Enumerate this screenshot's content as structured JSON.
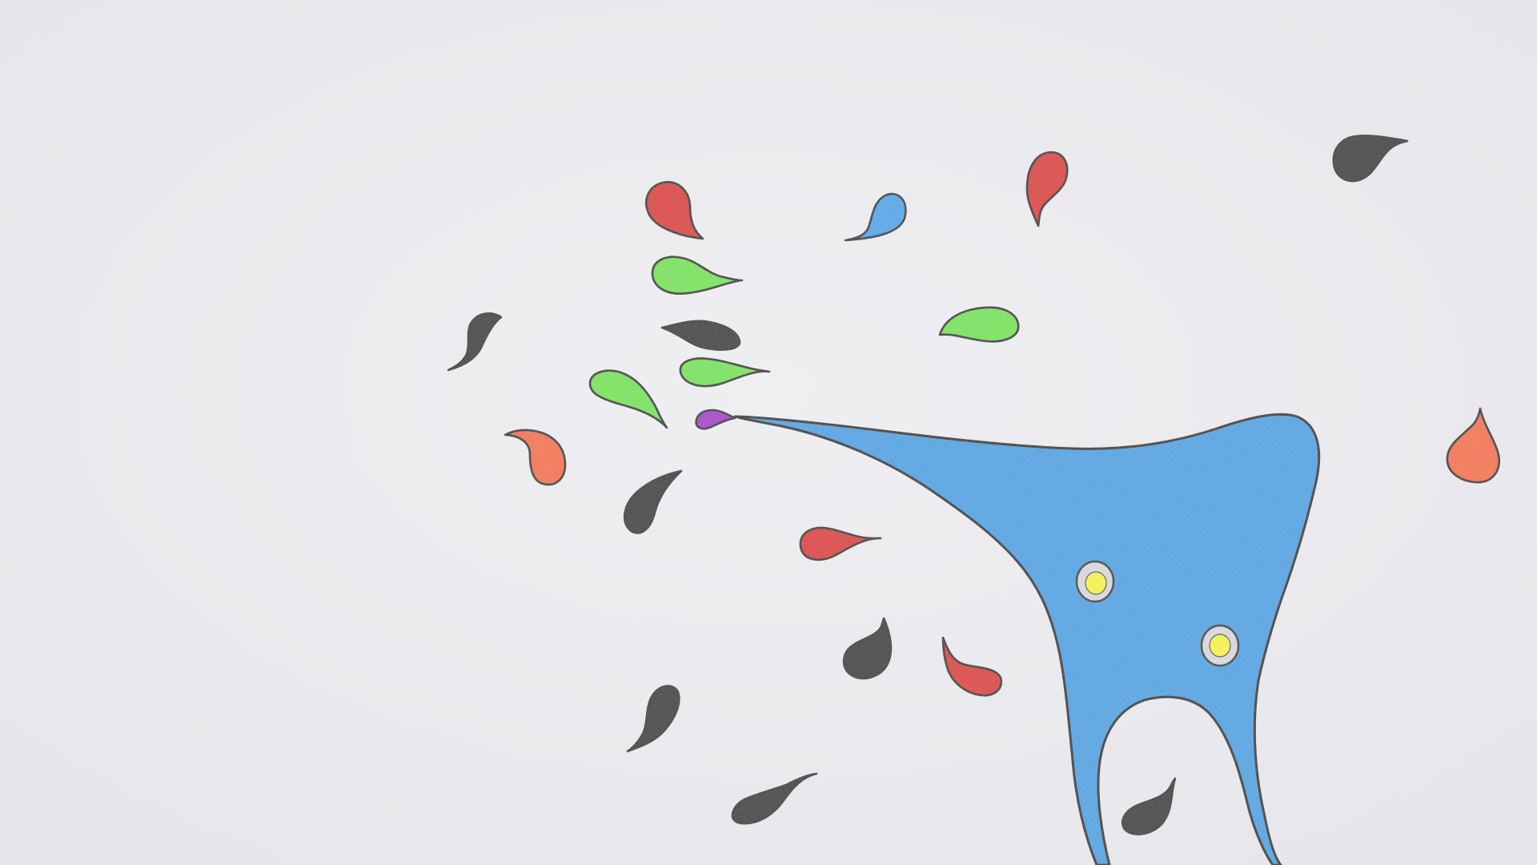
{
  "scene": {
    "description_visible_text": "",
    "colors": {
      "paper": "#ecebee",
      "red": "#d8201e",
      "green": "#6fe04a",
      "black": "#1a1a1a",
      "orange": "#f06a3a",
      "blue_drop": "#3da2e6",
      "purple": "#a21fc9",
      "creature_blue": "#3c9fe0",
      "eye_yellow": "#f2f033",
      "outline": "#141414"
    },
    "icons": [
      "paint-drop",
      "creature",
      "creature-eye"
    ]
  }
}
